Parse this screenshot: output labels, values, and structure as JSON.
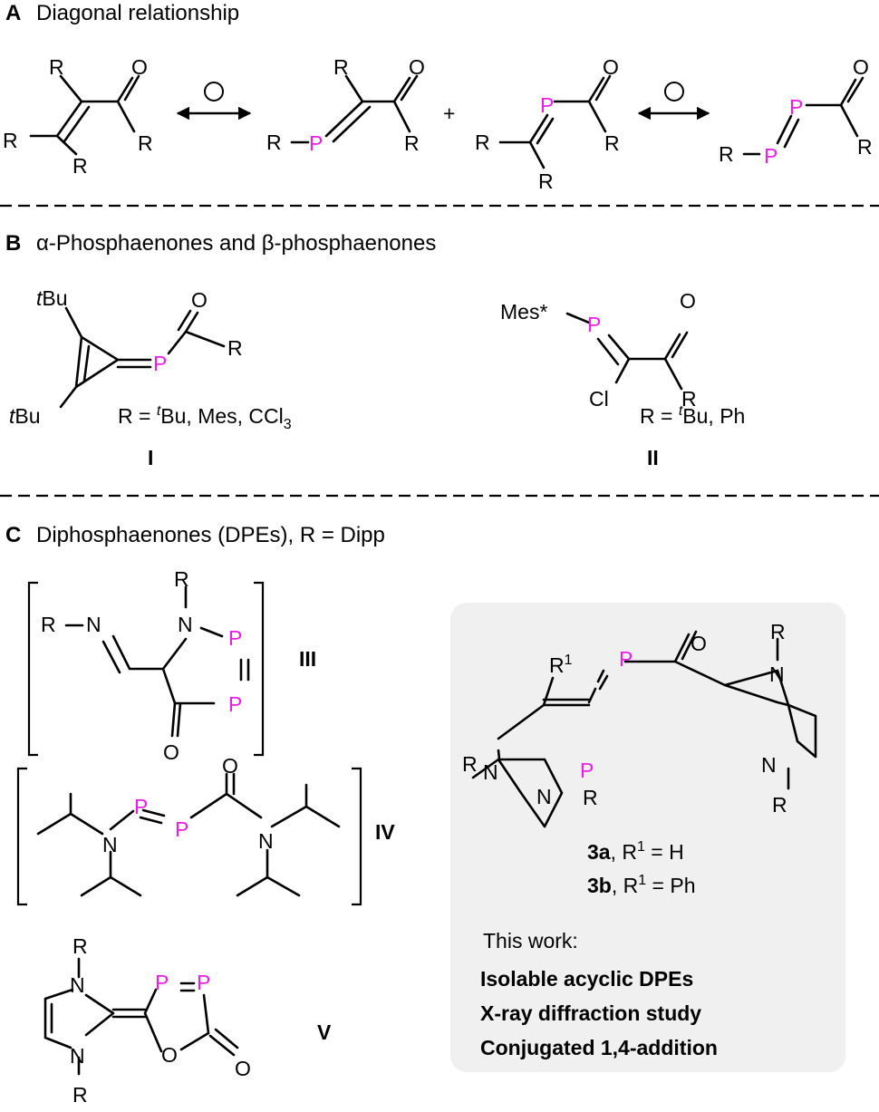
{
  "sections": {
    "a": {
      "letter": "A",
      "title": "Diagonal relationship"
    },
    "b": {
      "letter": "B",
      "title": "α-Phosphaenones and β-phosphaenones"
    },
    "c": {
      "letter": "C",
      "title": "Diphosphaenones (DPEs), R = Dipp"
    }
  },
  "atoms": {
    "r": "R",
    "o": "O",
    "p": "P",
    "n": "N",
    "cl": "Cl",
    "tbu": "tBu",
    "tbu_italic": "t",
    "tbu_rest": "Bu",
    "mes_star": "Mes*",
    "plus": "+",
    "r1_base": "R",
    "r1_sup": "1"
  },
  "compound_I": {
    "label": "I",
    "r_def": {
      "prefix": "R = ",
      "sup": "t",
      "middle": "Bu, Mes, CCl",
      "sub": "3"
    }
  },
  "compound_II": {
    "label": "II",
    "r_def": {
      "prefix": "R = ",
      "sup": "t",
      "middle": "Bu, Ph"
    }
  },
  "compound_III": {
    "label": "III"
  },
  "compound_IV": {
    "label": "IV"
  },
  "compound_V": {
    "label": "V"
  },
  "this_work": {
    "cmpd_3a": {
      "num": "3a",
      "text_a": ", R",
      "sup": "1",
      "text_b": " = H"
    },
    "cmpd_3b": {
      "num": "3b",
      "text_a": ", R",
      "sup": "1",
      "text_b": " = Ph"
    },
    "intro": "This work:",
    "points": [
      "Isolable acyclic DPEs",
      "X-ray diffraction study",
      "Conjugated 1,4-addition"
    ]
  },
  "colors": {
    "phosphorus": "#ea1ee6",
    "panel": "#f0f0f0",
    "ink": "#000000"
  }
}
